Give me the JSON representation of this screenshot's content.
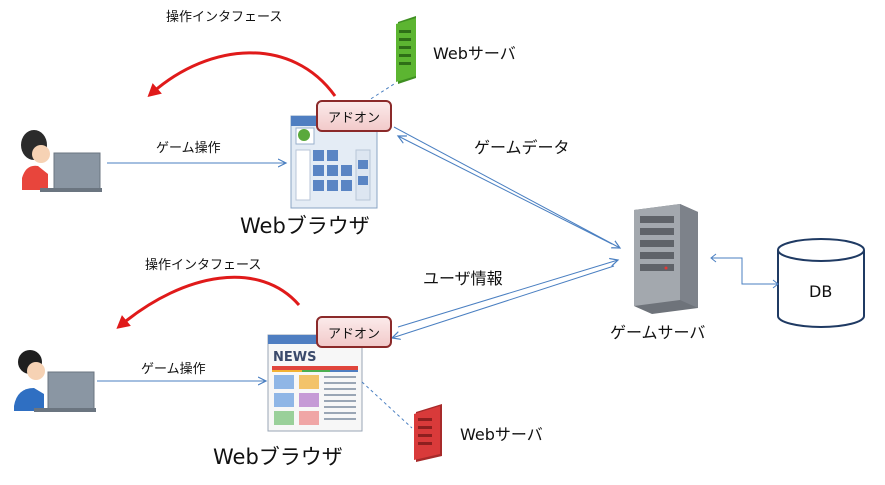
{
  "labels": {
    "ui_op_top": "操作インタフェース",
    "web_server_top": "Webサーバ",
    "game_op_top": "ゲーム操作",
    "addon_top": "アドオン",
    "browser_top": "Webブラウザ",
    "game_data": "ゲームデータ",
    "ui_op_bottom": "操作インタフェース",
    "user_info": "ユーザ情報",
    "game_server": "ゲームサーバ",
    "db": "DB",
    "game_op_bottom": "ゲーム操作",
    "addon_bottom": "アドオン",
    "browser_bottom": "Webブラウザ",
    "web_server_bottom": "Webサーバ",
    "news_text": "NEWS"
  },
  "colors": {
    "arrow_blue": "#4a7fc1",
    "arrow_red": "#e01a1a",
    "server_green": "#5cb531",
    "server_red": "#d93a3a",
    "server_gray": "#8a8f96",
    "addon_border": "#8b2a2a"
  },
  "icons": {
    "user_top": "woman-laptop-icon",
    "user_bottom": "man-laptop-icon",
    "browser_top": "web-browser-icon",
    "browser_bottom": "news-browser-icon",
    "server_green": "green-server-icon",
    "server_red": "red-server-icon",
    "game_server": "game-server-icon",
    "db": "database-icon"
  }
}
